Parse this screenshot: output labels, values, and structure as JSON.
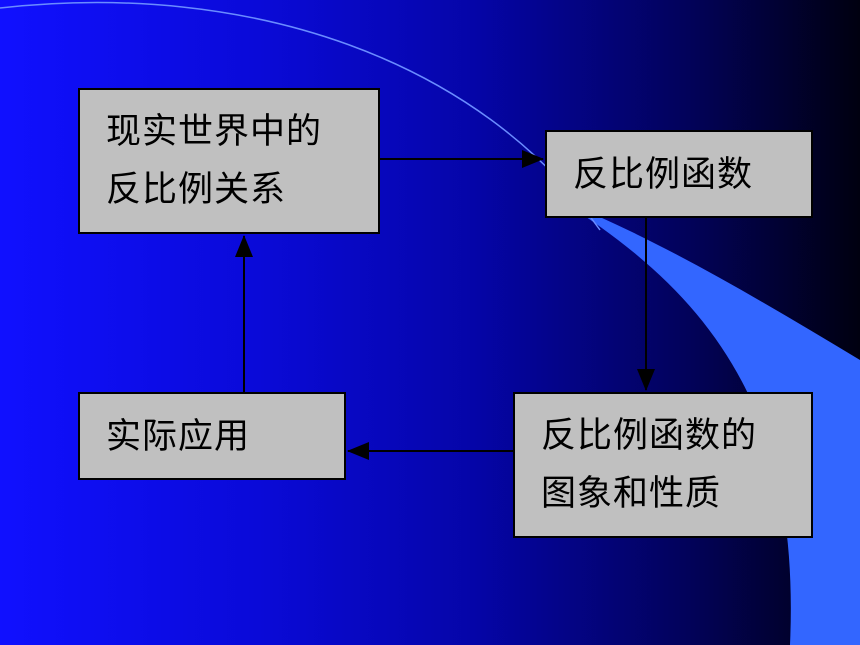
{
  "colors": {
    "background_left": "#1010ff",
    "background_right": "#000010",
    "swoosh": "#3366ff",
    "box_fill": "#c0c0c0",
    "box_border": "#000000",
    "arrow": "#000000"
  },
  "nodes": {
    "real_world": {
      "lines": [
        "现实世界中的",
        "反比例关系"
      ]
    },
    "inverse_func": {
      "lines": [
        "反比例函数"
      ]
    },
    "graph_props": {
      "lines": [
        "反比例函数的",
        "图象和性质"
      ]
    },
    "application": {
      "lines": [
        "实际应用"
      ]
    }
  },
  "edges": [
    {
      "from": "real_world",
      "to": "inverse_func"
    },
    {
      "from": "inverse_func",
      "to": "graph_props"
    },
    {
      "from": "graph_props",
      "to": "application"
    },
    {
      "from": "application",
      "to": "real_world"
    }
  ]
}
